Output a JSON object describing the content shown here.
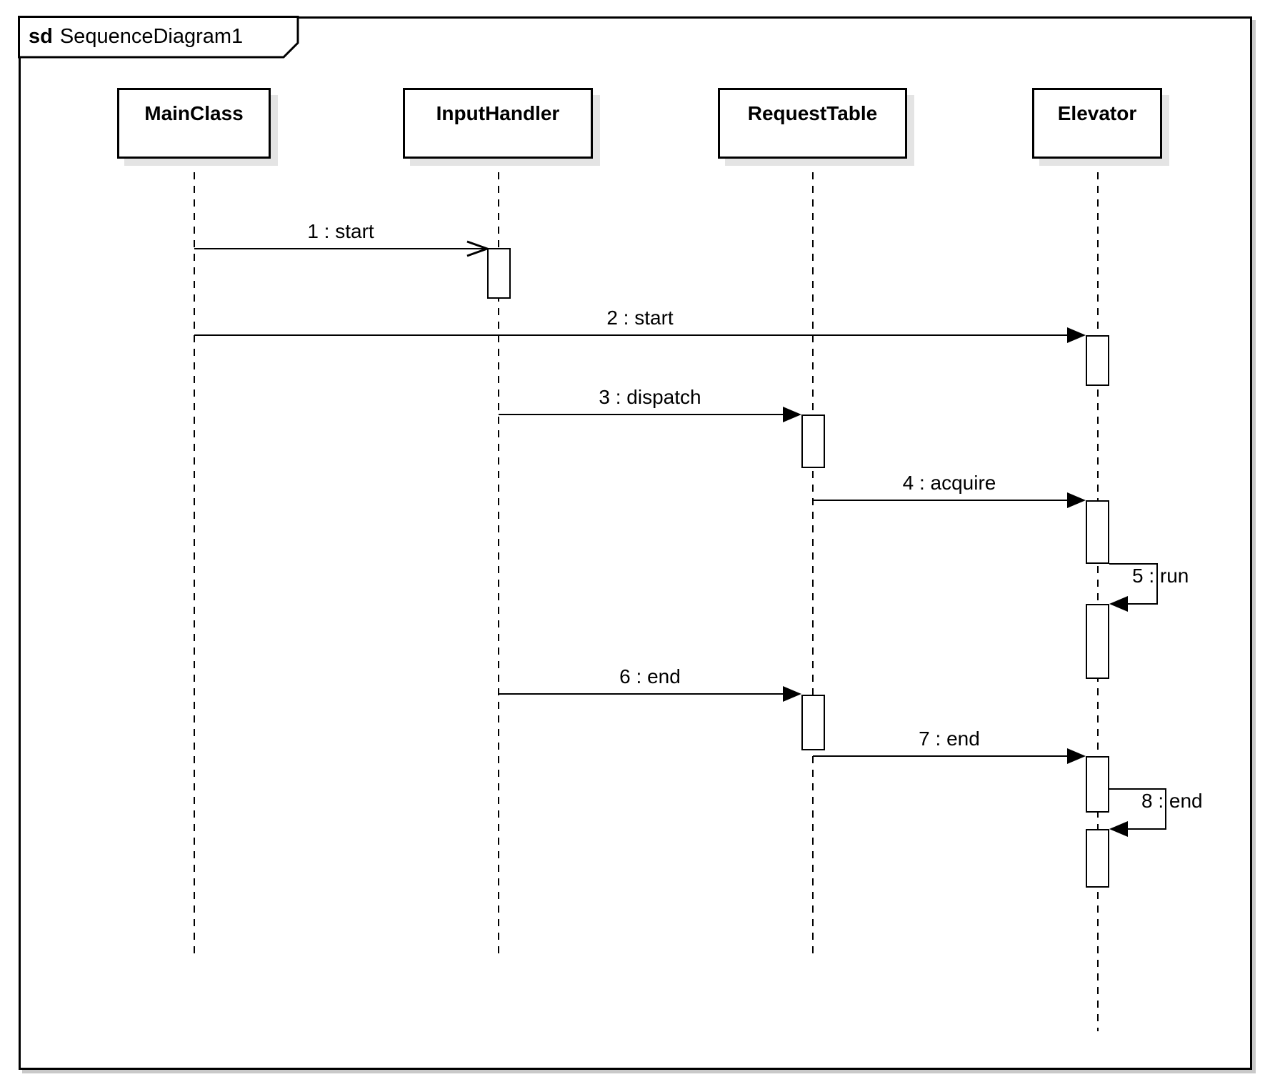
{
  "diagram": {
    "frame_keyword": "sd",
    "title": "SequenceDiagram1",
    "type": "uml-sequence-diagram"
  },
  "lifelines": [
    {
      "id": "main-class",
      "label": "MainClass"
    },
    {
      "id": "input-handler",
      "label": "InputHandler"
    },
    {
      "id": "request-table",
      "label": "RequestTable"
    },
    {
      "id": "elevator",
      "label": "Elevator"
    }
  ],
  "messages": [
    {
      "seq": "1",
      "label": "1 : start",
      "from": "MainClass",
      "to": "InputHandler",
      "kind": "async"
    },
    {
      "seq": "2",
      "label": "2 : start",
      "from": "MainClass",
      "to": "Elevator",
      "kind": "sync"
    },
    {
      "seq": "3",
      "label": "3 : dispatch",
      "from": "InputHandler",
      "to": "RequestTable",
      "kind": "sync"
    },
    {
      "seq": "4",
      "label": "4 : acquire",
      "from": "RequestTable",
      "to": "Elevator",
      "kind": "sync"
    },
    {
      "seq": "5",
      "label": "5 : run",
      "from": "Elevator",
      "to": "Elevator",
      "kind": "self"
    },
    {
      "seq": "6",
      "label": "6 : end",
      "from": "InputHandler",
      "to": "RequestTable",
      "kind": "sync"
    },
    {
      "seq": "7",
      "label": "7 : end",
      "from": "RequestTable",
      "to": "Elevator",
      "kind": "sync"
    },
    {
      "seq": "8",
      "label": "8 : end",
      "from": "Elevator",
      "to": "Elevator",
      "kind": "self"
    }
  ],
  "colors": {
    "line": "#000000",
    "background": "#ffffff",
    "box_shadow": "#e4e4e4",
    "frame_shadow": "#c9c9c9"
  }
}
